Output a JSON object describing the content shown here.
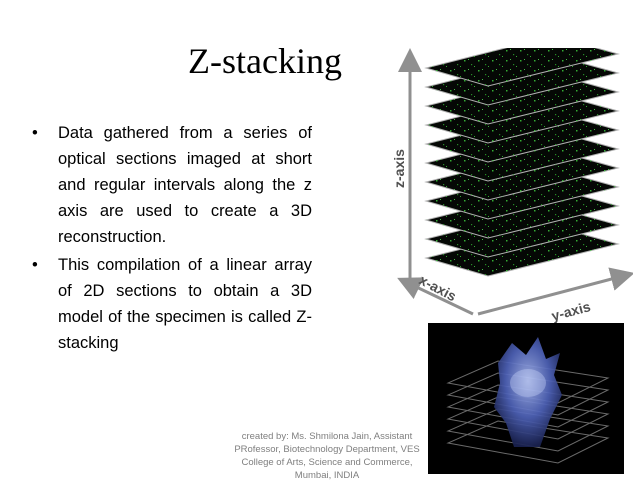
{
  "slide": {
    "title": "Z-stacking",
    "bullets": [
      {
        "marker": "•",
        "text": "Data gathered from a series of optical sections imaged at short and regular intervals along the z axis are used to create a 3D reconstruction."
      },
      {
        "marker": "•",
        "text": "This compilation of a linear array of 2D sections to obtain a 3D model of the specimen is called Z-stacking"
      }
    ],
    "figure": {
      "z_axis_label": "z-axis",
      "x_axis_label": "x-axis",
      "y_axis_label": "y-axis",
      "section_count": 11
    },
    "credit": "created by: Ms. Shmilona Jain, Assistant PRofessor, Biotechnology Department, VES College of Arts, Science and Commerce, Mumbai, INDIA",
    "colors": {
      "signal": "#3cc83c",
      "section": "#050805",
      "render": "#5a72c8"
    }
  }
}
